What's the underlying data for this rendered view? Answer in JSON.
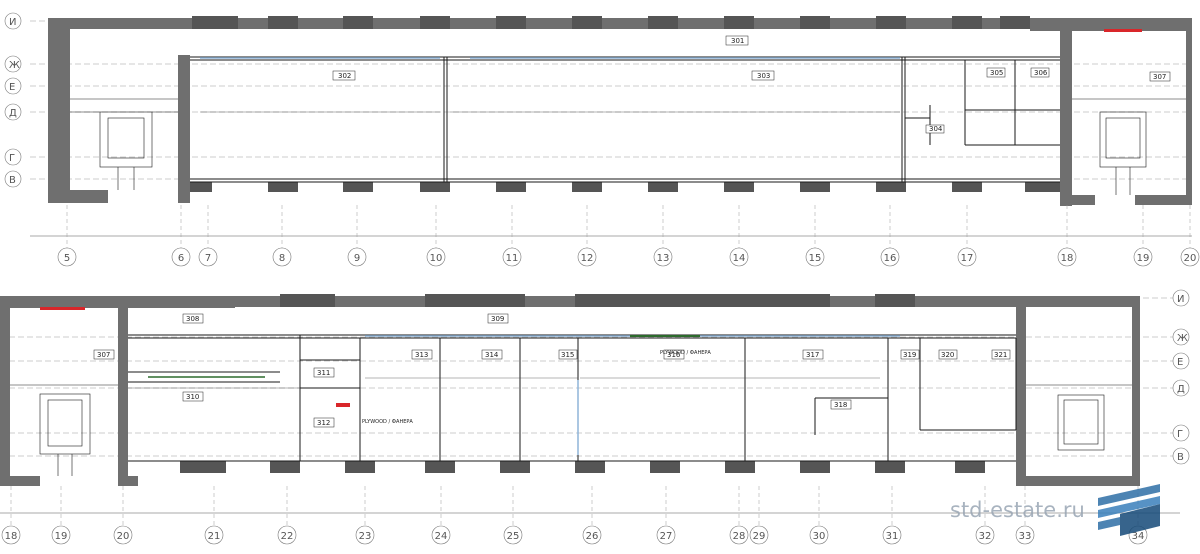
{
  "axes": {
    "top_rows": [
      "И",
      "Ж",
      "Е",
      "Д",
      "Г",
      "В"
    ],
    "bottom_rows": [
      "И",
      "Ж",
      "Е",
      "Д",
      "Г",
      "В"
    ],
    "top_columns": [
      "5",
      "6",
      "7",
      "8",
      "9",
      "10",
      "11",
      "12",
      "13",
      "14",
      "15",
      "16",
      "17",
      "18",
      "19",
      "20"
    ],
    "bottom_columns": [
      "18",
      "19",
      "20",
      "21",
      "22",
      "23",
      "24",
      "25",
      "26",
      "27",
      "28",
      "29",
      "30",
      "31",
      "32",
      "33",
      "34"
    ]
  },
  "rooms_top": [
    "301",
    "302",
    "303",
    "304",
    "305",
    "306",
    "307"
  ],
  "rooms_bottom": [
    "307",
    "308",
    "309",
    "310",
    "311",
    "312",
    "313",
    "314",
    "315",
    "316",
    "317",
    "318",
    "319",
    "320",
    "321"
  ],
  "notes": {
    "plywood_1": "PLYWOOD / ФАНЕРА",
    "plywood_2": "PLYWOOD / ФАНЕРА"
  },
  "watermark": {
    "text": "std-estate.ru"
  },
  "colors": {
    "wall": "#6f6f6f",
    "line": "#1a1a1a",
    "accent_red": "#d9262a",
    "glass": "#8fb4d8"
  }
}
